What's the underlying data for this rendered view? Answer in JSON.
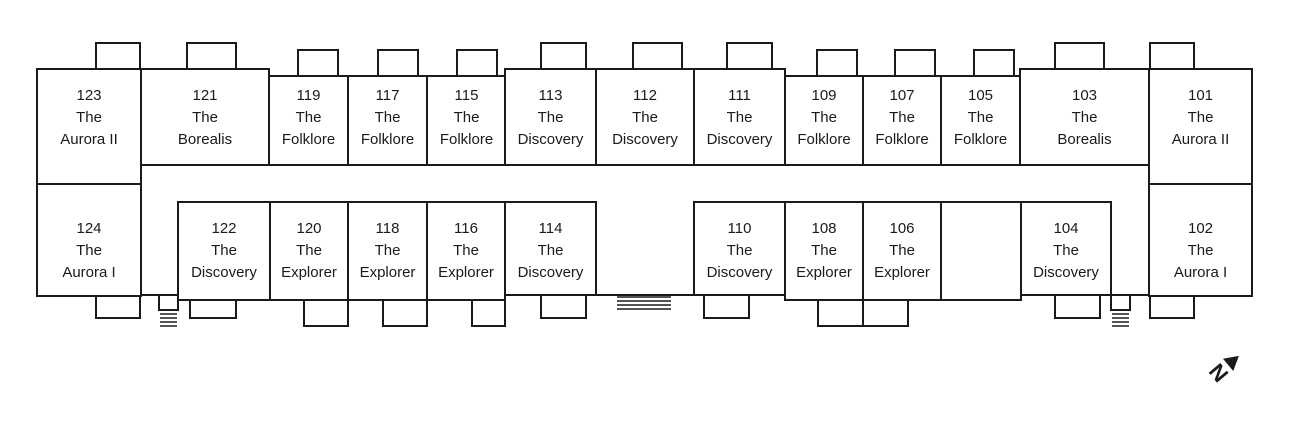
{
  "units": [
    {
      "number": "123",
      "article": "The",
      "model": "Aurora II"
    },
    {
      "number": "121",
      "article": "The",
      "model": "Borealis"
    },
    {
      "number": "119",
      "article": "The",
      "model": "Folklore"
    },
    {
      "number": "117",
      "article": "The",
      "model": "Folklore"
    },
    {
      "number": "115",
      "article": "The",
      "model": "Folklore"
    },
    {
      "number": "113",
      "article": "The",
      "model": "Discovery"
    },
    {
      "number": "112",
      "article": "The",
      "model": "Discovery"
    },
    {
      "number": "111",
      "article": "The",
      "model": "Discovery"
    },
    {
      "number": "109",
      "article": "The",
      "model": "Folklore"
    },
    {
      "number": "107",
      "article": "The",
      "model": "Folklore"
    },
    {
      "number": "105",
      "article": "The",
      "model": "Folklore"
    },
    {
      "number": "103",
      "article": "The",
      "model": "Borealis"
    },
    {
      "number": "101",
      "article": "The",
      "model": "Aurora II"
    },
    {
      "number": "124",
      "article": "The",
      "model": "Aurora I"
    },
    {
      "number": "122",
      "article": "The",
      "model": "Discovery"
    },
    {
      "number": "120",
      "article": "The",
      "model": "Explorer"
    },
    {
      "number": "118",
      "article": "The",
      "model": "Explorer"
    },
    {
      "number": "116",
      "article": "The",
      "model": "Explorer"
    },
    {
      "number": "114",
      "article": "The",
      "model": "Discovery"
    },
    {
      "number": "110",
      "article": "The",
      "model": "Discovery"
    },
    {
      "number": "108",
      "article": "The",
      "model": "Explorer"
    },
    {
      "number": "106",
      "article": "The",
      "model": "Explorer"
    },
    {
      "number": "104",
      "article": "The",
      "model": "Discovery"
    },
    {
      "number": "102",
      "article": "The",
      "model": "Aurora I"
    }
  ],
  "compass": {
    "label": "N",
    "icon": "north-arrow-icon"
  },
  "colors": {
    "line": "#1a1a1a",
    "background": "#ffffff"
  }
}
